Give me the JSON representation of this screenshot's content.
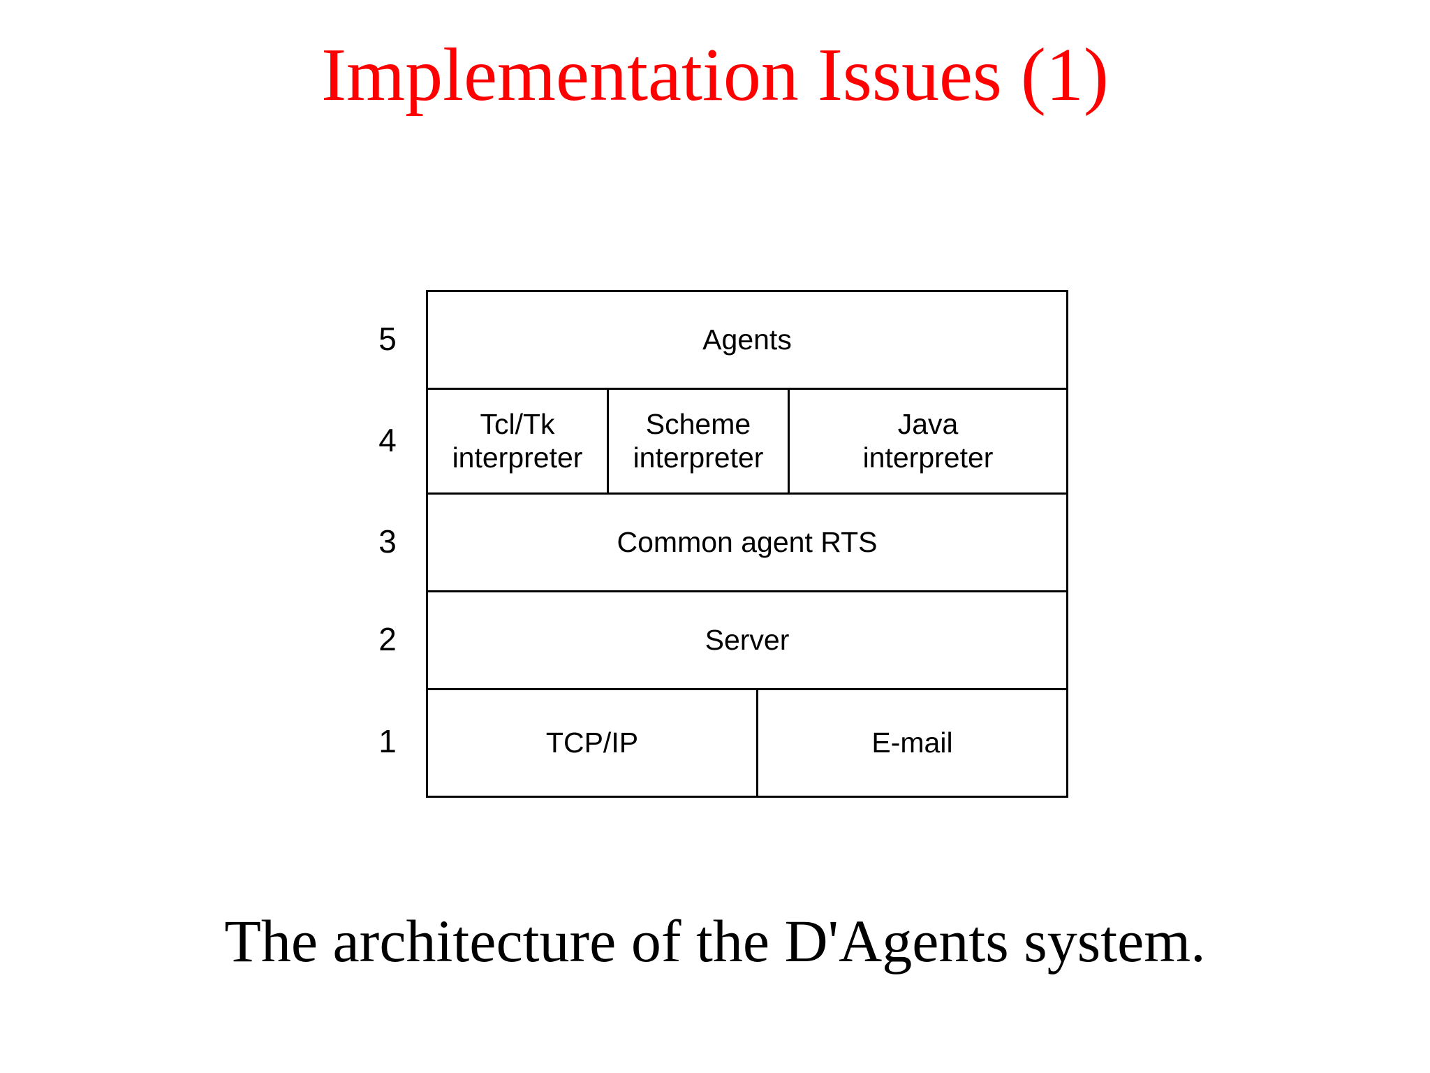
{
  "slide": {
    "title": "Implementation Issues (1)",
    "title_color": "#FE0000",
    "caption": "The architecture of the D'Agents system.",
    "caption_color": "#000000",
    "background_color": "#FFFFFF"
  },
  "diagram": {
    "kind": "layered-architecture-stack",
    "border_color": "#000000",
    "layer_numbers": [
      "5",
      "4",
      "3",
      "2",
      "1"
    ],
    "layers": [
      {
        "number": "5",
        "cells": [
          {
            "label": "Agents"
          }
        ]
      },
      {
        "number": "4",
        "cells": [
          {
            "label": "Tcl/Tk\ninterpreter",
            "line1": "Tcl/Tk",
            "line2": "interpreter"
          },
          {
            "label": "Scheme\ninterpreter",
            "line1": "Scheme",
            "line2": "interpreter"
          },
          {
            "label": "Java\ninterpreter",
            "line1": "Java",
            "line2": "interpreter"
          }
        ]
      },
      {
        "number": "3",
        "cells": [
          {
            "label": "Common agent RTS"
          }
        ]
      },
      {
        "number": "2",
        "cells": [
          {
            "label": "Server"
          }
        ]
      },
      {
        "number": "1",
        "cells": [
          {
            "label": "TCP/IP"
          },
          {
            "label": "E-mail"
          }
        ]
      }
    ]
  }
}
